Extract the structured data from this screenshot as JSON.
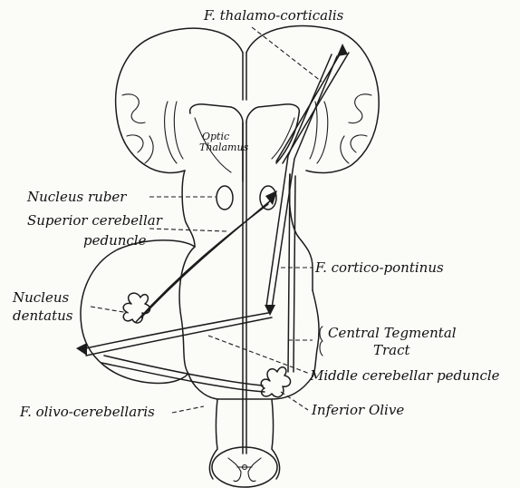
{
  "labels": {
    "thalamo_corticalis": "F. thalamo-corticalis",
    "optic": "Optic",
    "thalamus": "Thalamus",
    "nucleus_ruber": "Nucleus ruber",
    "superior_cerebellar": "Superior cerebellar",
    "peduncle": "peduncle",
    "cortico_pontinus": "F. cortico-pontinus",
    "nucleus": "Nucleus",
    "dentatus": "dentatus",
    "central_tegmental": "Central Tegmental",
    "tract": "Tract",
    "middle_cerebellar_peduncle": "Middle cerebellar peduncle",
    "olivo_cerebellaris": "F. olivo-cerebellaris",
    "inferior_olive": "Inferior Olive"
  }
}
